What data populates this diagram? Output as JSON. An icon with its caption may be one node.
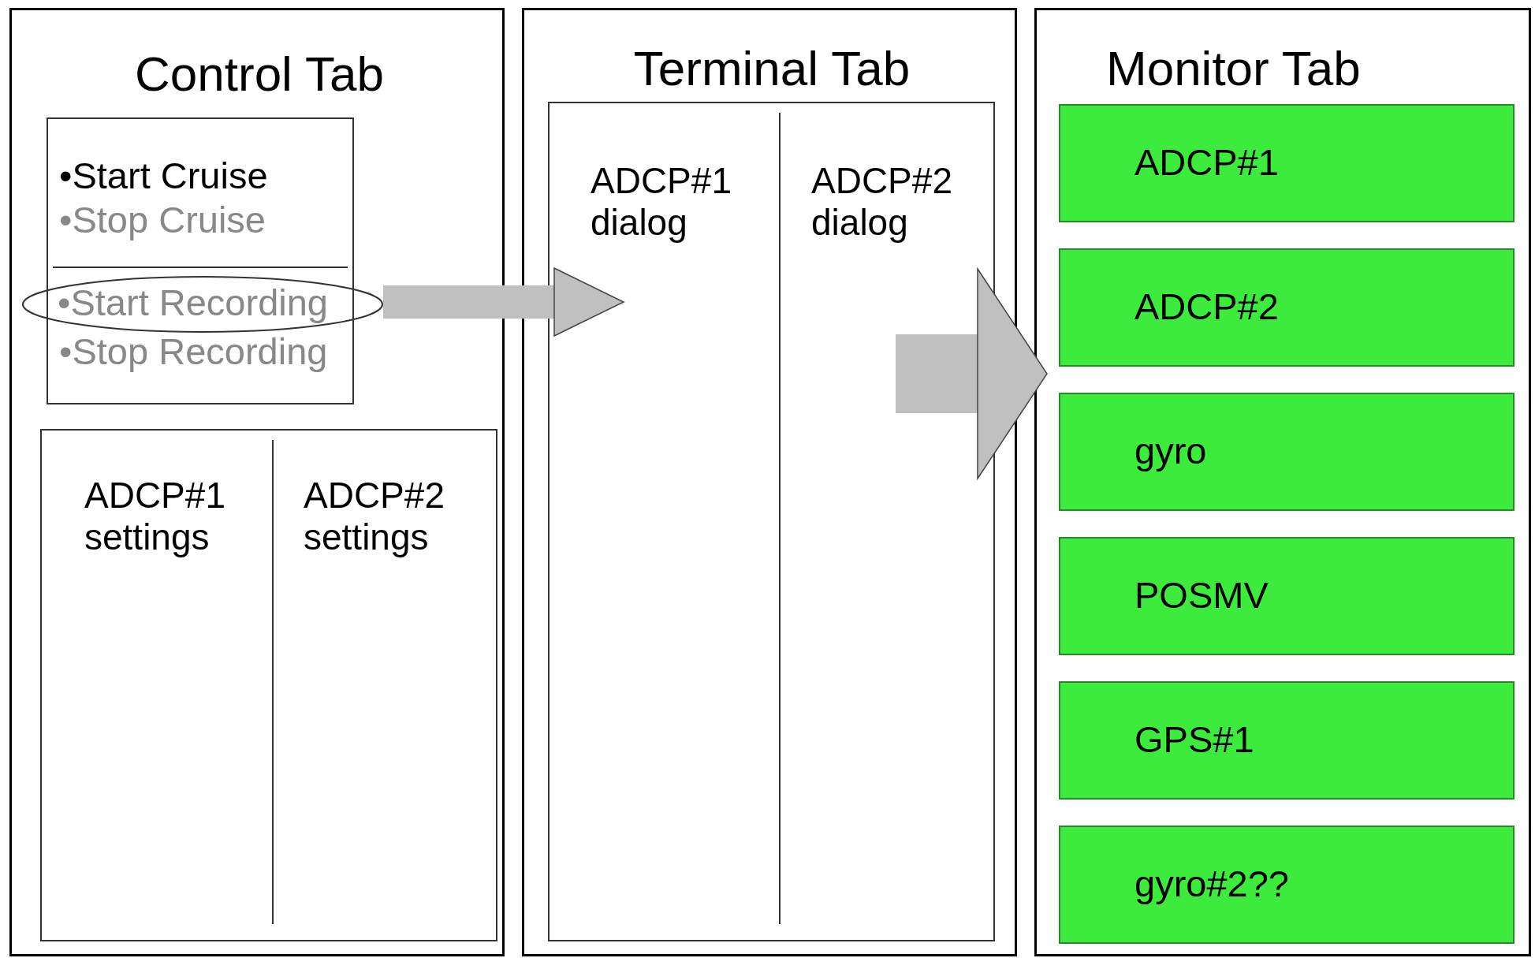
{
  "diagram": {
    "nodes": [
      {
        "text": [
          "Control Tab"
        ]
      },
      {
        "text": [
          "•Start Cruise",
          "•Stop Cruise",
          "•Stop Recording"
        ],
        "in": 0
      },
      {
        "text": [
          "•Start Recording"
        ],
        "in": 0
      },
      {
        "text": [
          "ADCP#1 settings",
          "ADCP#2 settings"
        ],
        "in": 0
      },
      {
        "text": [
          "Terminal Tab"
        ]
      },
      {
        "text": [
          "ADCP#1 dialog",
          "ADCP#2 dialog"
        ],
        "in": 4
      },
      {
        "text": [
          "Monitor Tab"
        ]
      },
      {
        "text": [
          "ADCP#1"
        ],
        "in": 6
      },
      {
        "text": [
          "ADCP#2"
        ],
        "in": 6
      },
      {
        "text": [
          "gyro"
        ],
        "in": 6
      },
      {
        "text": [
          "POSMV"
        ],
        "in": 6
      },
      {
        "text": [
          "GPS#1"
        ],
        "in": 6
      },
      {
        "text": [
          "gyro#2??"
        ],
        "in": 6
      }
    ],
    "edges": [
      {
        "from": 2,
        "to": 5,
        "arrow": "to"
      },
      {
        "from": 5,
        "to": 6,
        "arrow": "to",
        "style": "thick"
      }
    ]
  }
}
